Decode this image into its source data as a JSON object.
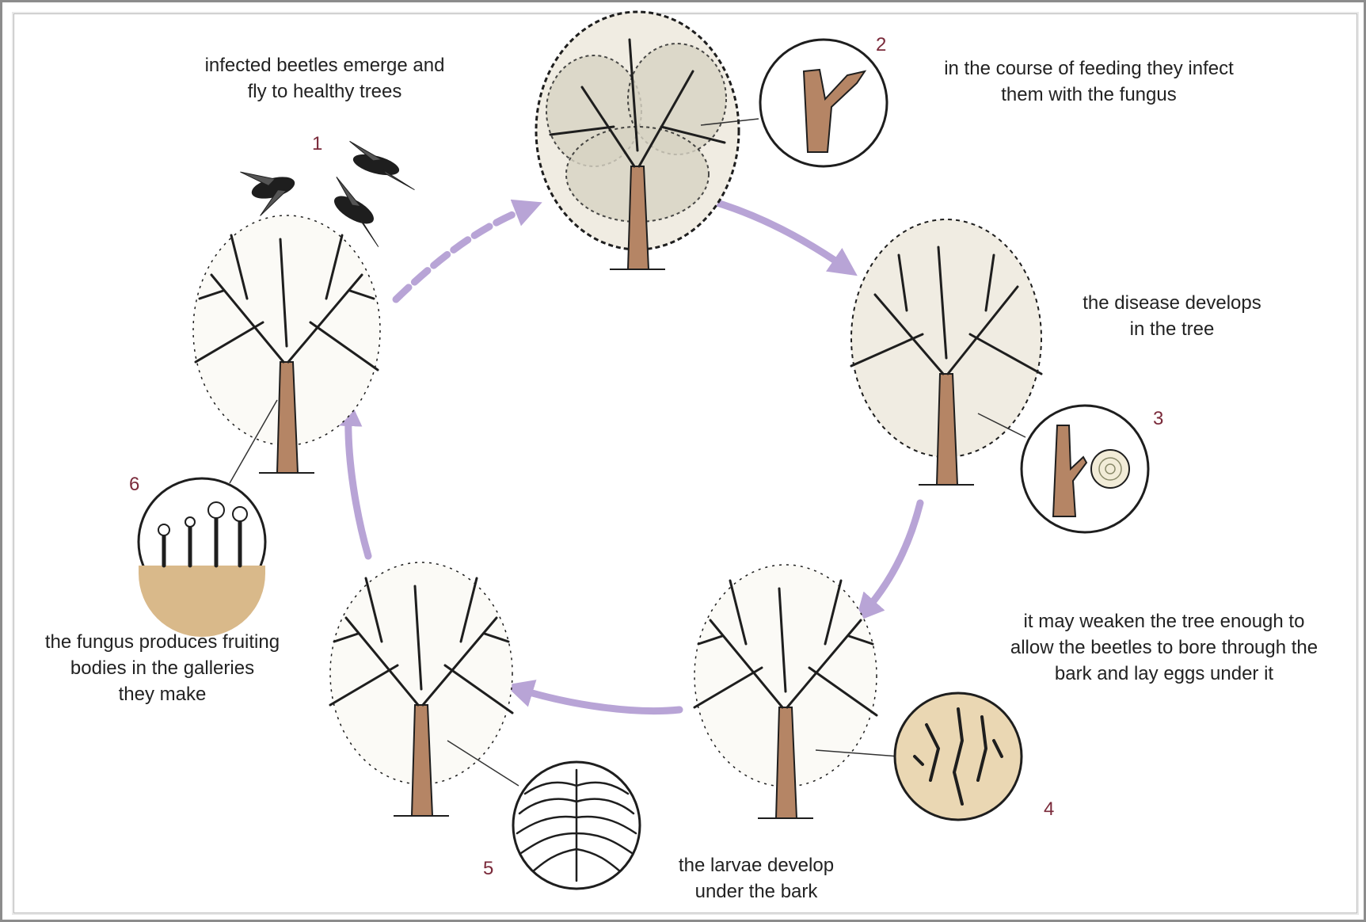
{
  "diagram": {
    "colors": {
      "arrow": "#b8a4d6",
      "trunk": "#b58565",
      "ink": "#1e1e1e",
      "foliage": "#f0ece2",
      "step_number": "#7a2a3a",
      "bark_inset": "#ead7b3",
      "soil": "#d9b98a"
    },
    "steps": [
      {
        "number": "1",
        "caption": "infected beetles emerge and\nfly to healthy trees",
        "icons": [
          "beetle-icon",
          "tree-icon"
        ]
      },
      {
        "number": "2",
        "caption": "in the course of feeding they infect\nthem with the fungus",
        "icons": [
          "twig-icon",
          "tree-icon"
        ]
      },
      {
        "number": "3",
        "caption": "the disease develops\nin the tree",
        "icons": [
          "twig-cross-section-icon",
          "tree-icon"
        ]
      },
      {
        "number": "4",
        "caption": "it may weaken the tree enough to\nallow the beetles to bore through the\nbark and lay eggs under it",
        "icons": [
          "bark-icon",
          "tree-icon"
        ]
      },
      {
        "number": "5",
        "caption": "the larvae develop\nunder the bark",
        "icons": [
          "larval-galleries-icon",
          "tree-icon"
        ]
      },
      {
        "number": "6",
        "caption": "the fungus produces fruiting\nbodies in the galleries\nthey make",
        "icons": [
          "fruiting-bodies-icon",
          "tree-icon"
        ]
      }
    ]
  }
}
